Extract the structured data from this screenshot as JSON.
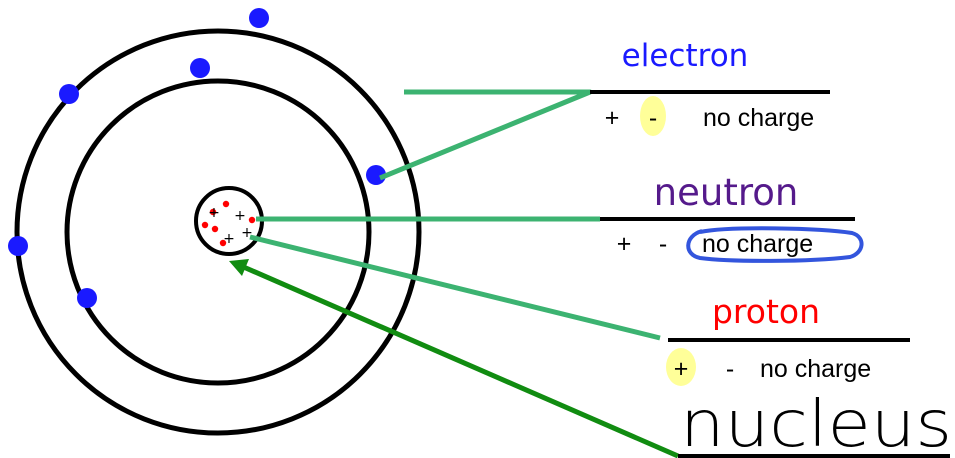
{
  "labels": {
    "electron": {
      "word": "electron",
      "color": "#1a1aff",
      "options": [
        "+",
        "-",
        "no charge"
      ],
      "highlighted": "-"
    },
    "neutron": {
      "word": "neutron",
      "color": "#551a8b",
      "options": [
        "+",
        "-",
        "no charge"
      ],
      "circled": "no charge"
    },
    "proton": {
      "word": "proton",
      "color": "#ff0000",
      "options": [
        "+",
        "-",
        "no charge"
      ],
      "highlighted": "+"
    },
    "nucleus": {
      "word": "nucleus",
      "color": "#000000"
    }
  },
  "nucleus_signs": [
    "+",
    "+",
    "+",
    "+"
  ],
  "colors": {
    "connector": "#3cb371",
    "arrow": "#118c11",
    "electron_dot": "#1a1aff",
    "particle": "#ff0000",
    "highlight": "#ffff99",
    "circle_mark": "#3355dd"
  }
}
